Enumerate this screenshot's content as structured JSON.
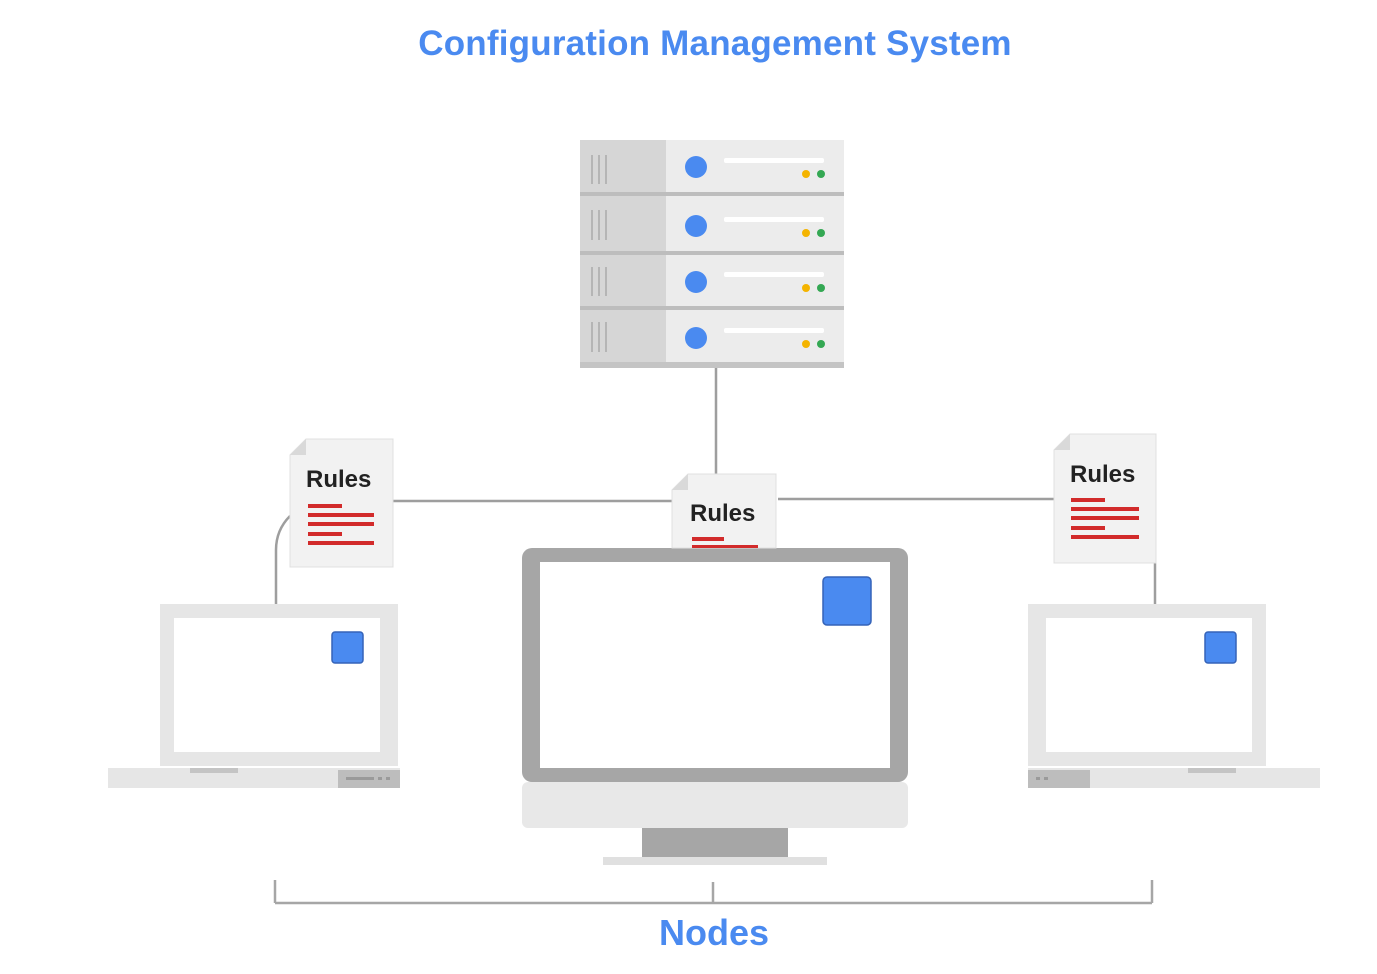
{
  "title": "Configuration Management System",
  "nodes_label": "Nodes",
  "rules_label": "Rules",
  "colors": {
    "accent_blue": "#4a8af0",
    "rule_red": "#d22b2b",
    "led_yellow": "#f4b400",
    "led_green": "#34a853",
    "server_gray": "#d9d9d9",
    "monitor_gray": "#a6a6a6",
    "connector_gray": "#9e9e9e"
  },
  "diagram": {
    "server": {
      "icon": "server-rack-icon",
      "units": 4
    },
    "nodes": [
      {
        "icon": "laptop-icon",
        "position": "left"
      },
      {
        "icon": "desktop-monitor-icon",
        "position": "center"
      },
      {
        "icon": "laptop-icon",
        "position": "right"
      }
    ],
    "rule_files": [
      {
        "icon": "document-icon",
        "target": "left-laptop"
      },
      {
        "icon": "document-icon",
        "target": "desktop"
      },
      {
        "icon": "document-icon",
        "target": "right-laptop"
      }
    ]
  }
}
